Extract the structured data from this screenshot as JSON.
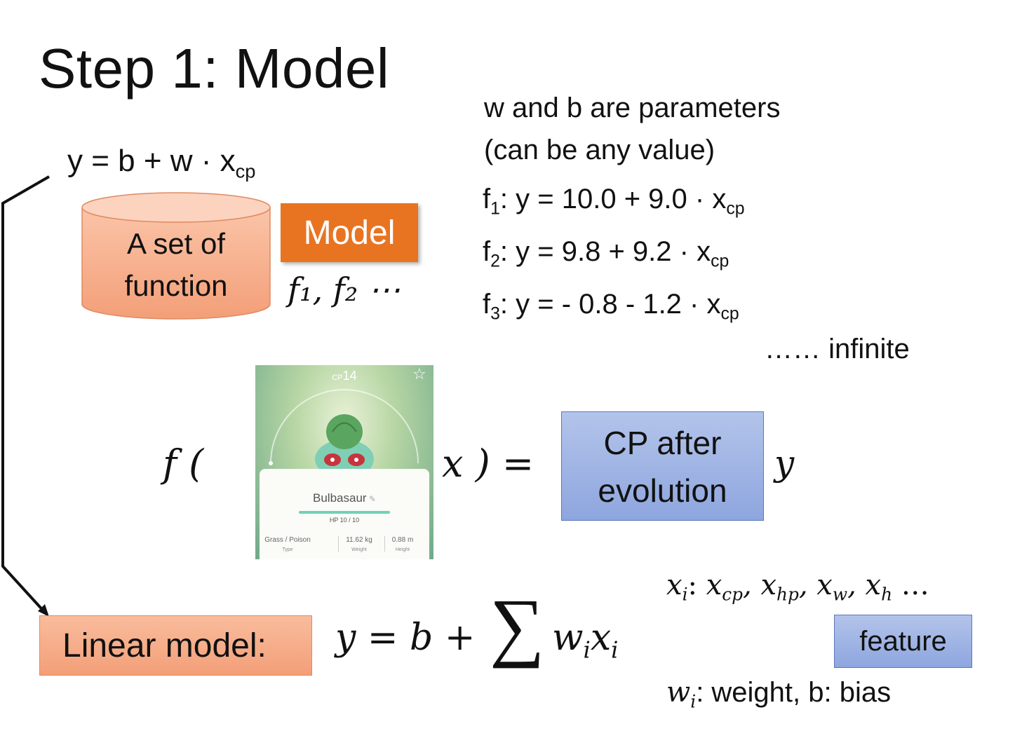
{
  "slide": {
    "title": "Step 1: Model",
    "model_equation": {
      "main": "y = b + w · x",
      "sub": "cp"
    },
    "set_of_function": "A set of\nfunction",
    "model_label": "Model",
    "function_names": "f₁, f₂ ⋯",
    "params_note_line1": "w and b are parameters",
    "params_note_line2": "(can be any value)",
    "functions": [
      {
        "name": "f",
        "index": "1",
        "body": ": y = 10.0 + 9.0 · x",
        "sub": "cp"
      },
      {
        "name": "f",
        "index": "2",
        "body": ": y = 9.8 + 9.2 · x",
        "sub": "cp"
      },
      {
        "name": "f",
        "index": "3",
        "body": ": y = - 0.8 - 1.2 · x",
        "sub": "cp"
      }
    ],
    "infinite_note": "…… infinite",
    "f_open": "f (",
    "x_close": "x ) =",
    "output_label_line1": "CP after",
    "output_label_line2": "evolution",
    "output_var": "y",
    "feature_list": {
      "xi": "x",
      "i": "i",
      "sep": ": ",
      "items": [
        "cp",
        "hp",
        "w",
        "h"
      ],
      "tail": " …"
    },
    "feature_label": "feature",
    "weight_note": {
      "w": "w",
      "i": "i",
      "text": ": weight, b: bias"
    },
    "linear_model_label": "Linear model:",
    "linear_formula": "y = b +",
    "linear_terms": {
      "w": "w",
      "i1": "i",
      "x": "x",
      "i2": "i"
    }
  },
  "pokemon_card": {
    "cp_prefix": "CP",
    "cp_value": "14",
    "name": "Bulbasaur",
    "hp": "HP 10 / 10",
    "stats": [
      {
        "value": "Grass / Poison",
        "label": "Type"
      },
      {
        "value": "11.62 kg",
        "label": "Weight"
      },
      {
        "value": "0.88 m",
        "label": "Height"
      }
    ],
    "icons": [
      "star-icon",
      "edit-pencil-icon"
    ]
  },
  "colors": {
    "model_box": "#e87422",
    "cylinder": "#f5a886",
    "blue_box": "#9db2e4",
    "linear_box": "#f5a886"
  }
}
